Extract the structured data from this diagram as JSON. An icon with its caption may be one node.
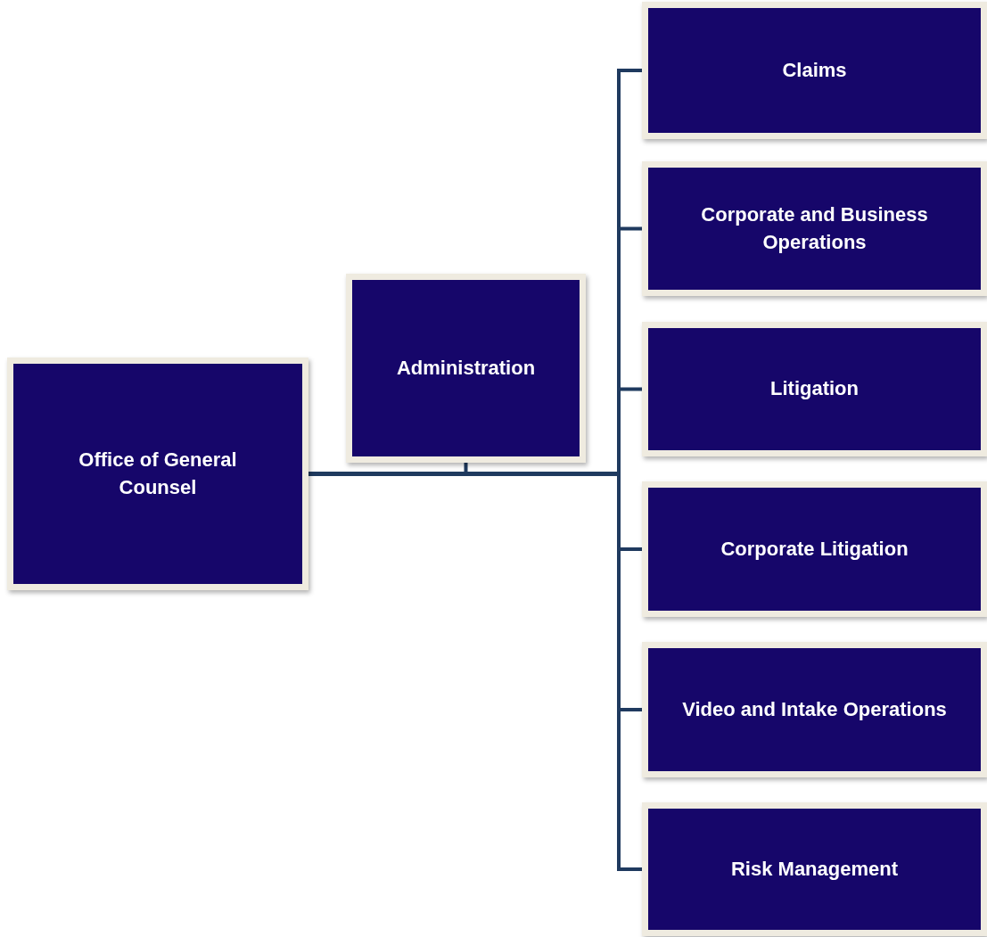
{
  "diagram": {
    "nodes": [
      {
        "text": [
          "Office of General Counsel"
        ]
      },
      {
        "text": [
          "Administration"
        ]
      },
      {
        "text": [
          "Claims"
        ]
      },
      {
        "text": [
          "Corporate and Business Operations"
        ]
      },
      {
        "text": [
          "Litigation"
        ]
      },
      {
        "text": [
          "Corporate Litigation"
        ]
      },
      {
        "text": [
          "Video and Intake Operations"
        ]
      },
      {
        "text": [
          "Risk Management"
        ]
      }
    ],
    "edges": [
      {
        "from": 0,
        "to": 1,
        "arrow": "none"
      },
      {
        "from": 0,
        "to": 2,
        "arrow": "none"
      },
      {
        "from": 0,
        "to": 3,
        "arrow": "none"
      },
      {
        "from": 0,
        "to": 4,
        "arrow": "none"
      },
      {
        "from": 0,
        "to": 5,
        "arrow": "none"
      },
      {
        "from": 0,
        "to": 6,
        "arrow": "none"
      },
      {
        "from": 0,
        "to": 7,
        "arrow": "none"
      }
    ]
  }
}
